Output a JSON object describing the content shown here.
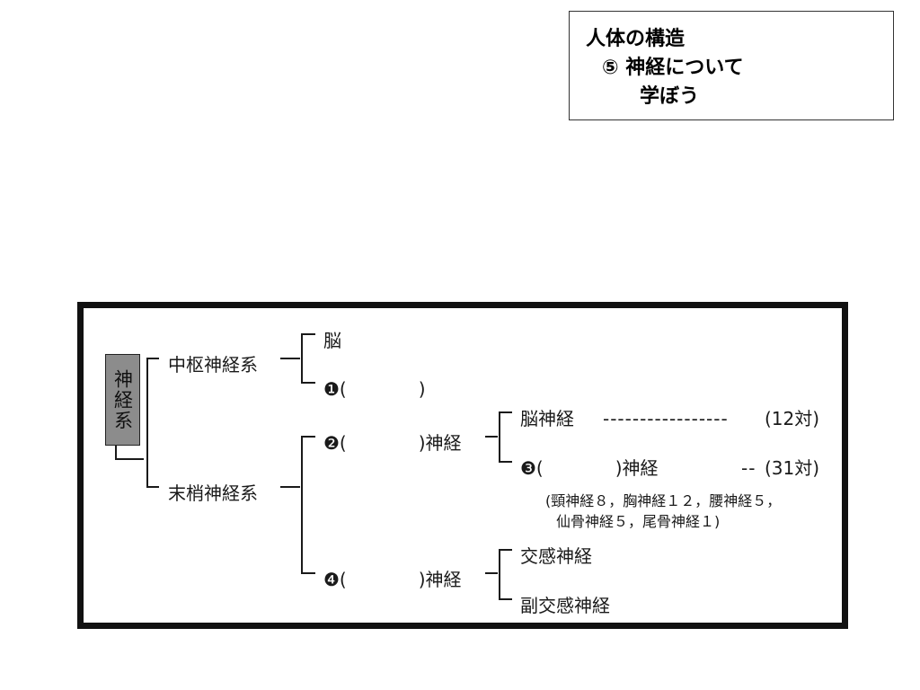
{
  "slide": {
    "title_lines": [
      "人体の構造",
      "⑤  神経について",
      "学ぼう"
    ]
  },
  "diagram": {
    "root": "神経系",
    "central": {
      "label": "中枢神経系",
      "children": [
        "脳",
        "❶(　　　　)"
      ]
    },
    "peripheral": {
      "label": "末梢神経系",
      "branch_2": {
        "label": "❷(　　　　)神経",
        "children": [
          {
            "label": "脳神経",
            "leader": "-----------------",
            "count": "(12対)"
          },
          {
            "label": "❸(　　　　)神経",
            "leader": "--",
            "count": "(31対)"
          }
        ],
        "note_lines": [
          "(頸神経８，胸神経１２，腰神経５，",
          "仙骨神経５，尾骨神経１)"
        ]
      },
      "branch_4": {
        "label": "❹(　　　　)神経",
        "children": [
          "交感神経",
          "副交感神経"
        ]
      }
    }
  }
}
